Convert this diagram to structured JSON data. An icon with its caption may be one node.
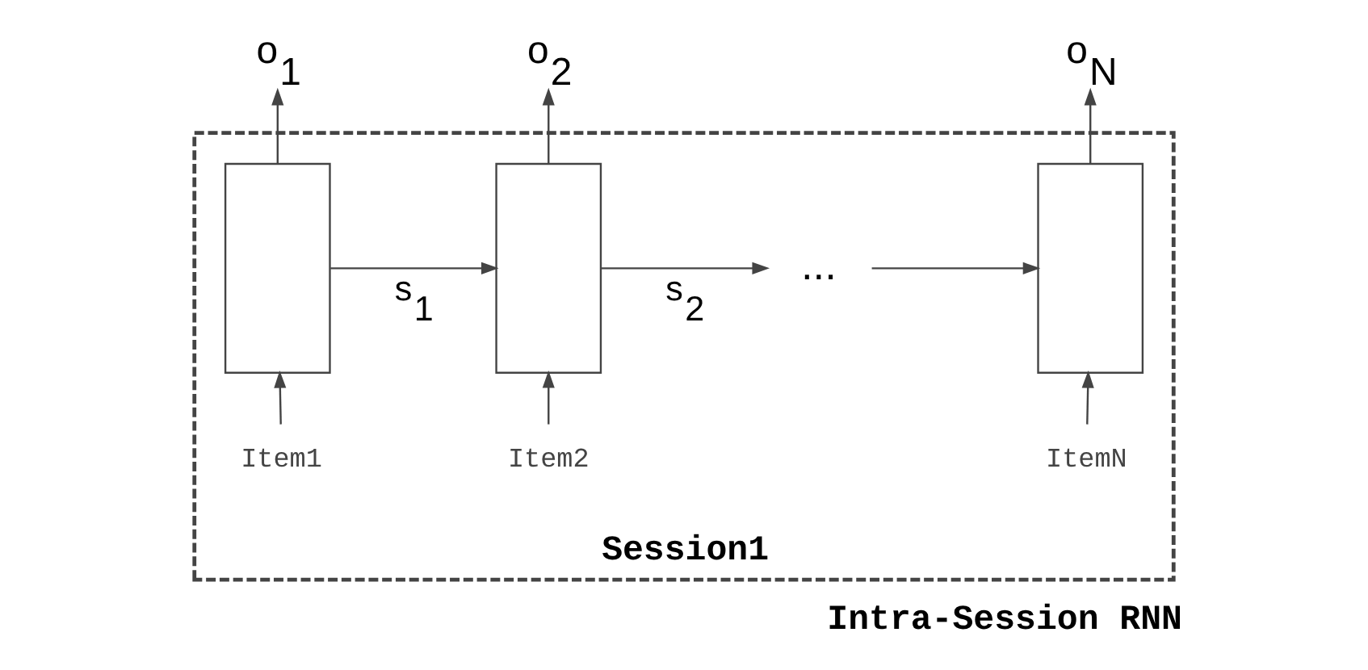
{
  "diagram": {
    "caption": "Intra-Session RNN",
    "nodes": [
      {
        "text": [
          "Session1"
        ]
      },
      {
        "text": [
          "o$_{1}$"
        ]
      },
      {
        "text": [
          "o$_{2}$"
        ]
      },
      {
        "text": [
          "o$_{N}$"
        ]
      },
      {
        "text": [],
        "shape": "box",
        "in": 0
      },
      {
        "text": [],
        "shape": "box",
        "in": 0
      },
      {
        "text": [
          "..."
        ],
        "in": 0
      },
      {
        "text": [],
        "shape": "box",
        "in": 0
      },
      {
        "text": [
          "Item1"
        ],
        "in": 0
      },
      {
        "text": [
          "Item2"
        ],
        "in": 0
      },
      {
        "text": [
          "ItemN"
        ],
        "in": 0
      }
    ],
    "edges": [
      {
        "from": 8,
        "to": 4,
        "arrow": "to"
      },
      {
        "from": 4,
        "to": 1,
        "arrow": "to"
      },
      {
        "from": 4,
        "to": 5,
        "arrow": "to",
        "label": "s$_{1}$"
      },
      {
        "from": 9,
        "to": 5,
        "arrow": "to"
      },
      {
        "from": 5,
        "to": 2,
        "arrow": "to"
      },
      {
        "from": 5,
        "to": 6,
        "arrow": "to",
        "label": "s$_{2}$"
      },
      {
        "from": 6,
        "to": 7,
        "arrow": "to"
      },
      {
        "from": 10,
        "to": 7,
        "arrow": "to"
      },
      {
        "from": 7,
        "to": 3,
        "arrow": "to"
      }
    ]
  }
}
